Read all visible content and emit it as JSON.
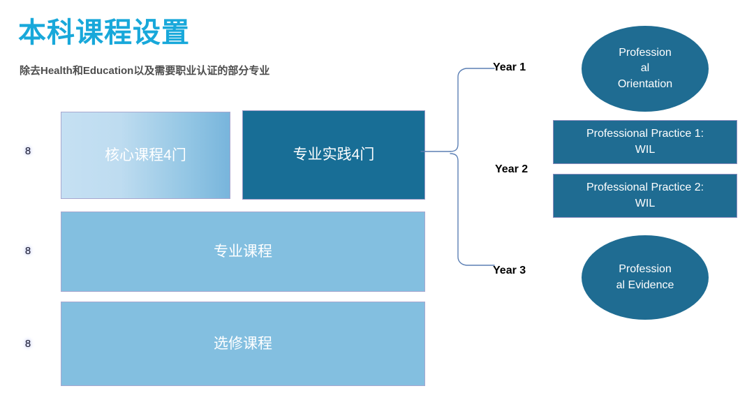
{
  "header": {
    "title": "本科课程设置",
    "subtitle": "除去Health和Education以及需要职业认证的部分专业"
  },
  "colors": {
    "title_blue": "#18a8da",
    "subtitle_gray": "#4d4d4d",
    "dark_teal": "#186e96",
    "outcome_blue": "#1f6c92",
    "mid_blue": "#83bfe0",
    "light_blue": "#bedcf0",
    "box_border_lavender": "#a7a7cf"
  },
  "credits": {
    "marker_row_1": "8",
    "marker_row_2": "8",
    "marker_row_3": "8"
  },
  "course_boxes": [
    {
      "id": "core",
      "label": "核心课程4门"
    },
    {
      "id": "practice",
      "label": "专业实践4门"
    },
    {
      "id": "major",
      "label": "专业课程"
    },
    {
      "id": "elective",
      "label": "选修课程"
    }
  ],
  "years": [
    {
      "id": "year1",
      "label": "Year 1"
    },
    {
      "id": "year2",
      "label": "Year 2"
    },
    {
      "id": "year3",
      "label": "Year 3"
    }
  ],
  "outcomes": [
    {
      "id": "orientation",
      "shape": "ellipse",
      "label": "Profession\nal\nOrientation"
    },
    {
      "id": "pp1",
      "shape": "rect",
      "label": "Professional Practice 1:\nWIL"
    },
    {
      "id": "pp2",
      "shape": "rect",
      "label": "Professional Practice 2:\nWIL"
    },
    {
      "id": "evidence",
      "shape": "ellipse",
      "label": "Profession\nal Evidence"
    }
  ],
  "connector": {
    "name": "curly-brace-connector",
    "stroke": "#5b7fb4",
    "from": "practice-box",
    "to": [
      "year1",
      "year3"
    ]
  }
}
